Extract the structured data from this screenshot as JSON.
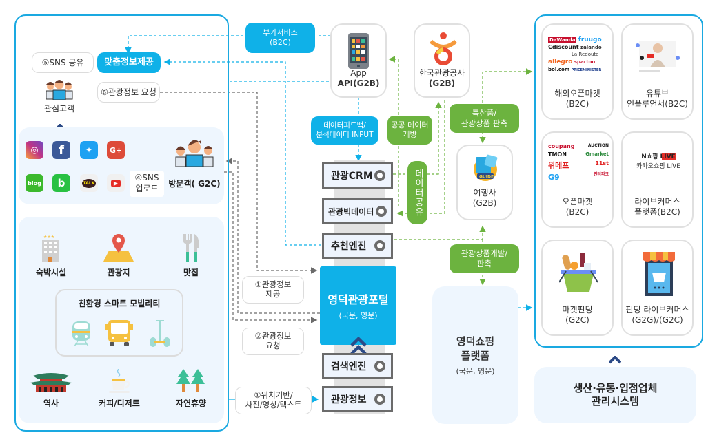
{
  "left_panel": {
    "sns_share": "⑤SNS 공유",
    "custom_info": "맞춤정보제공",
    "info_request": "⑥관광정보 요청",
    "interested_customer": "관심고객",
    "sns_upload": [
      "④SNS",
      "업로드"
    ],
    "visitor": "방문객( G2C)",
    "sns_icons": [
      {
        "name": "instagram",
        "glyph": "◎",
        "color": "#c13584"
      },
      {
        "name": "facebook",
        "glyph": "f",
        "color": "#3b5998"
      },
      {
        "name": "twitter",
        "glyph": "🐦",
        "color": "#1da1f2"
      },
      {
        "name": "google-plus",
        "glyph": "G+",
        "color": "#dd4b39"
      },
      {
        "name": "blog",
        "glyph": "blog",
        "color": "#3cb92d"
      },
      {
        "name": "band",
        "glyph": "b",
        "color": "#29c142"
      },
      {
        "name": "kakaotalk",
        "glyph": "TALK",
        "color": "#fae100"
      },
      {
        "name": "youtube",
        "glyph": "▶",
        "color": "#e52d27"
      }
    ],
    "places": [
      {
        "name": "accommodation",
        "label": "숙박시설"
      },
      {
        "name": "tourist-spot",
        "label": "관광지"
      },
      {
        "name": "restaurant",
        "label": "맛집"
      }
    ],
    "mobility": {
      "title": "친환경 스마트 모빌리티",
      "items": [
        "train",
        "bus",
        "segway"
      ]
    },
    "bottom_places": [
      {
        "name": "history",
        "label": "역사"
      },
      {
        "name": "coffee-dessert",
        "label": "커피/디저트"
      },
      {
        "name": "nature-rest",
        "label": "자연휴양"
      }
    ]
  },
  "center": {
    "value_added": [
      "부가서비스",
      "(B2C)"
    ],
    "app_api": [
      "App",
      "API(G2B)"
    ],
    "kto": [
      "한국관광공사",
      "(G2B)"
    ],
    "data_feedback": [
      "데이터피드백/",
      "분석데이터 INPUT"
    ],
    "public_data": [
      "공공 데이터",
      "개방"
    ],
    "data_share": "데이터공유",
    "special_products": [
      "특산품/",
      "관광상품 판촉"
    ],
    "travel_agency": [
      "여행사",
      "(G2B)"
    ],
    "product_dev": [
      "관광상품개발/",
      "판촉"
    ],
    "stack": {
      "crm": "관광CRM",
      "bigdata": "관광빅데이터",
      "recommend": "추천엔진",
      "portal_title": "영덕관광포털",
      "portal_sub": "(국문, 영문)",
      "search": "검색엔진",
      "tour_info": "관광정보"
    },
    "info_provide": [
      "①관광정보",
      "제공"
    ],
    "info_request2": [
      "②관광정보",
      "요청"
    ],
    "location_based": [
      "①위치기반/",
      "사진/영상/텍스트"
    ],
    "shopping": {
      "title": [
        "영덕쇼핑",
        "플랫폼"
      ],
      "sub": "(국문, 영문)"
    }
  },
  "right_panel": {
    "cards": [
      {
        "name": "overseas-open-market",
        "label": [
          "해외오픈마켓",
          "(B2C)"
        ],
        "logos": [
          "DaWanda",
          "fruugo",
          "Cdiscount",
          "zalando",
          "La Redoute",
          "allegro",
          "spartoo",
          "bol.com",
          "PRICEMINISTER"
        ]
      },
      {
        "name": "youtube-influencer",
        "label": [
          "유튜브",
          "인플루언서(B2C)"
        ]
      },
      {
        "name": "open-market",
        "label": [
          "오픈마켓",
          "(B2C)"
        ],
        "logos": [
          "coupang",
          "AUCTION",
          "TMON",
          "Gmarket",
          "위메프",
          "11st",
          "G9",
          "인터파크"
        ]
      },
      {
        "name": "live-commerce",
        "label": [
          "라이브커머스",
          "플랫폼(B2C)"
        ],
        "logos": [
          "N쇼핑 LIVE",
          "카카오쇼핑 LIVE"
        ]
      },
      {
        "name": "market-funding",
        "label": [
          "마켓펀딩",
          "(G2C)"
        ]
      },
      {
        "name": "funding-live-commerce",
        "label": [
          "펀딩 라이브커머스",
          "(G2G)/(G2C)"
        ]
      }
    ],
    "management_system": [
      "생산·유통·입점업체",
      "관리시스템"
    ]
  },
  "colors": {
    "blue": "#0fb1e8",
    "green": "#6cb33f",
    "navy": "#2c4a86",
    "gray_line": "#6b6b6b"
  }
}
